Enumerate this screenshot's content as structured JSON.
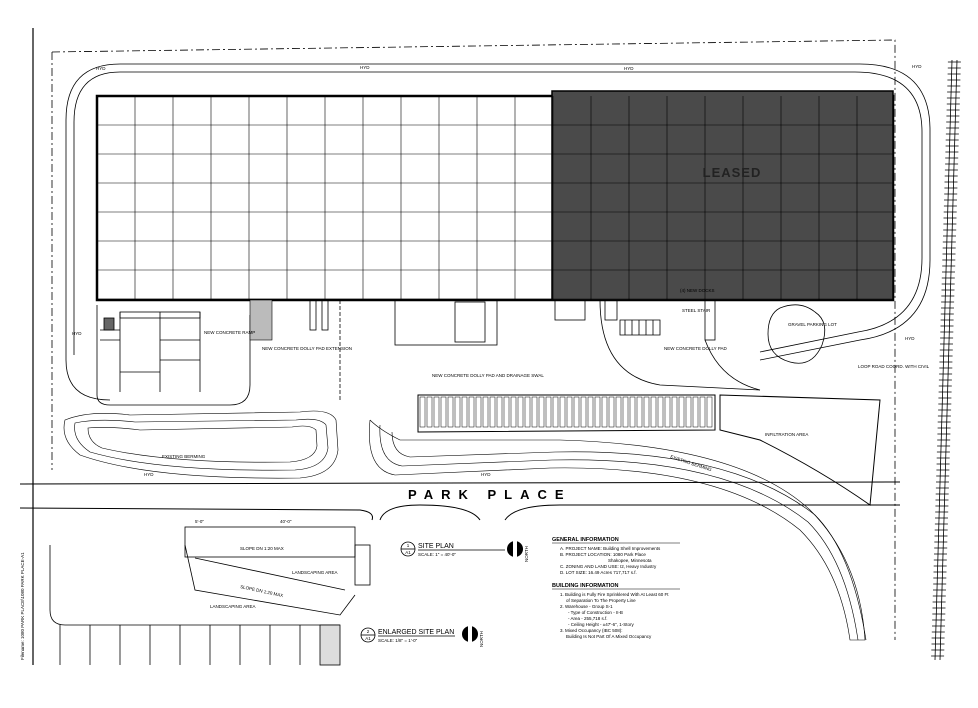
{
  "labels": {
    "leased": "LEASED",
    "new_docks": "(4) NEW DOCKS",
    "steel_stair": "STEEL STAIR",
    "new_concrete_ramp": "NEW CONCRETE RAMP",
    "dolly_pad_extension": "NEW CONCRETE DOLLY PAD EXTENSION",
    "dolly_pad_drainage": "NEW CONCRETE DOLLY PAD AND DRAINAGE SWAL",
    "new_concrete_dolly_pad": "NEW CONCRETE DOLLY PAD",
    "gravel_parking": "GRAVEL PARKING LOT",
    "loop_road": "LOOP ROAD COORD. WITH CIVIL",
    "infiltration_area": "INFILTRATION AREA",
    "existing_berming_left": "EXISTING BERMING",
    "existing_berming_right": "EXISTING BERMING",
    "park_place": "PARK PLACE",
    "hyd": "HYD",
    "filename": "Filename: 1080 PARK PLACE\\1080 PARK PLACE-A1",
    "slope_dn": "SLOPE DN 1:20 MAX",
    "landscaping_area": "LANDSCAPING AREA",
    "dim_5ft": "5'-0\"",
    "dim_40ft": "40'-0\"",
    "north": "NORTH"
  },
  "site_plan_title": {
    "number": "1",
    "sheet": "A1",
    "title": "SITE PLAN",
    "scale": "SCALE: 1\" = 40'-0\""
  },
  "enlarged_plan_title": {
    "number": "2",
    "sheet": "A1",
    "title": "ENLARGED SITE PLAN",
    "scale": "SCALE: 1/8\" = 1'-0\""
  },
  "general_info": {
    "heading": "GENERAL INFORMATION",
    "items": [
      "A. PROJECT NAME:   Building Shell Improvements",
      "B. PROJECT LOCATION:   1080 Park Place",
      "Shakopee, Minnesota",
      "C. ZONING AND LAND USE:   I2, Heavy Industry",
      "D. LOT SIZE:   16.49 Acres  717,717 s.f."
    ]
  },
  "building_info": {
    "heading": "BUILDING INFORMATION",
    "items": [
      "1. Building is Fully Fire Sprinklered With At Least 60 Ft",
      "of Separation To The Property Line",
      "2. Warehouse - Group S-1",
      "- Type of Construction   - II-B",
      "- Area   - 255,718 s.f.",
      "- Ceiling Height   - ±47'-6\", 1-Story",
      "3. Mixed Occupancy (IBC 508):",
      "Building Is Not Part Of A Mixed Occupancy"
    ]
  }
}
